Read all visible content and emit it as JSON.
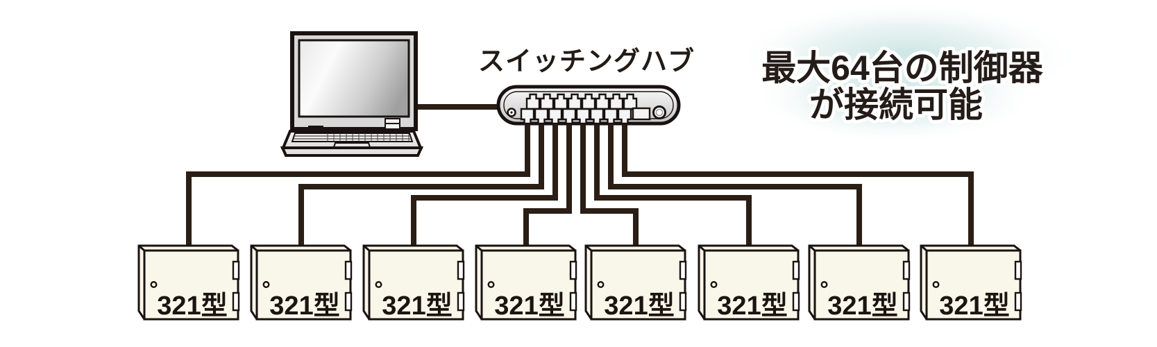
{
  "hub": {
    "label": "スイッチングハブ",
    "icon": "switching-hub-icon",
    "port_rows": 2,
    "connected_cables": 8
  },
  "computer": {
    "icon": "laptop-icon"
  },
  "headline": {
    "line1": "最大64台の制御器",
    "line2": "が接続可能"
  },
  "controllers": {
    "count": 8,
    "items": [
      {
        "label": "321型"
      },
      {
        "label": "321型"
      },
      {
        "label": "321型"
      },
      {
        "label": "321型"
      },
      {
        "label": "321型"
      },
      {
        "label": "321型"
      },
      {
        "label": "321型"
      },
      {
        "label": "321型"
      }
    ]
  },
  "colors": {
    "cable": "#2a1e15",
    "outline": "#191210",
    "controller_fill": "#f9f6ea",
    "headline_glow": "#c8e3e1",
    "headline_text": "#241c18"
  }
}
